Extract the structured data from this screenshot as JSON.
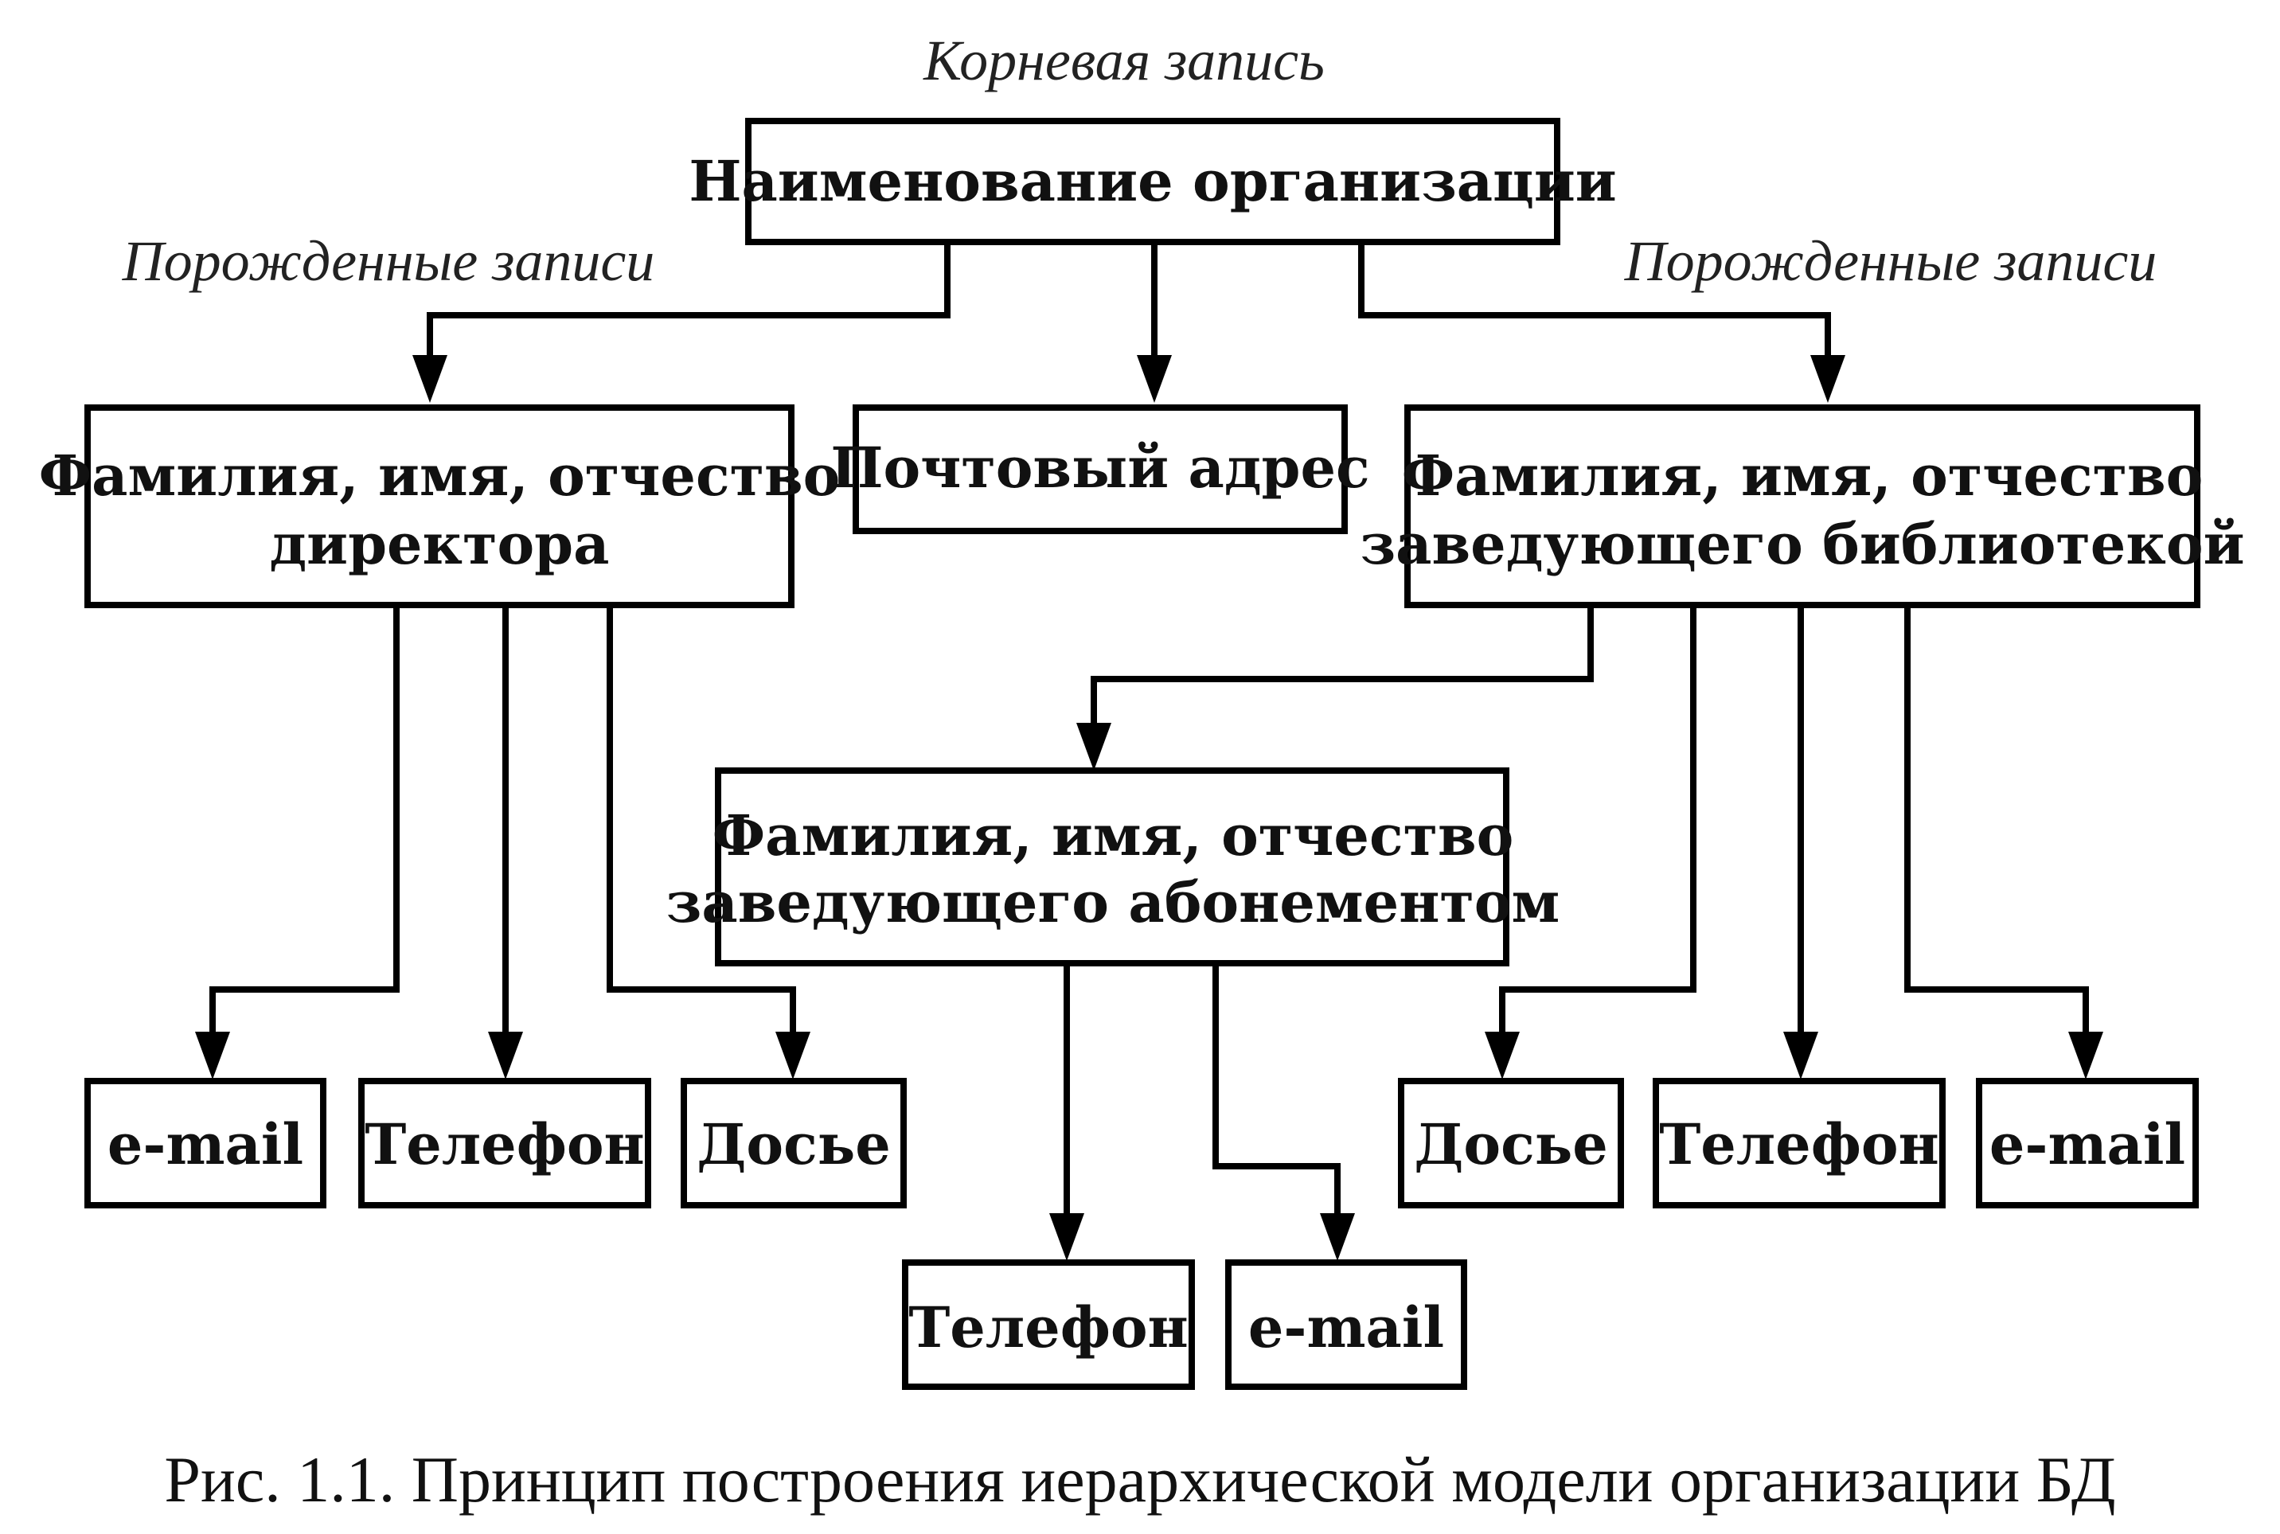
{
  "labels": {
    "root_caption": "Корневая запись",
    "derived_left": "Порожденные записи",
    "derived_right": "Порожденные записи"
  },
  "nodes": {
    "root": "Наименование организации",
    "director_line1": "Фамилия, имя, отчество",
    "director_line2": "директора",
    "postal": "Почтовый адрес",
    "librarian_line1": "Фамилия, имя, отчество",
    "librarian_line2": "заведующего библиотекой",
    "subscription_line1": "Фамилия, имя, отчество",
    "subscription_line2": "заведующего абонементом",
    "dir_email": "e-mail",
    "dir_phone": "Телефон",
    "dir_dossier": "Досье",
    "sub_phone": "Телефон",
    "sub_email": "e-mail",
    "lib_dossier": "Досье",
    "lib_phone": "Телефон",
    "lib_email": "e-mail"
  },
  "caption": "Рис. 1.1. Принцип построения иерархической модели организации БД"
}
